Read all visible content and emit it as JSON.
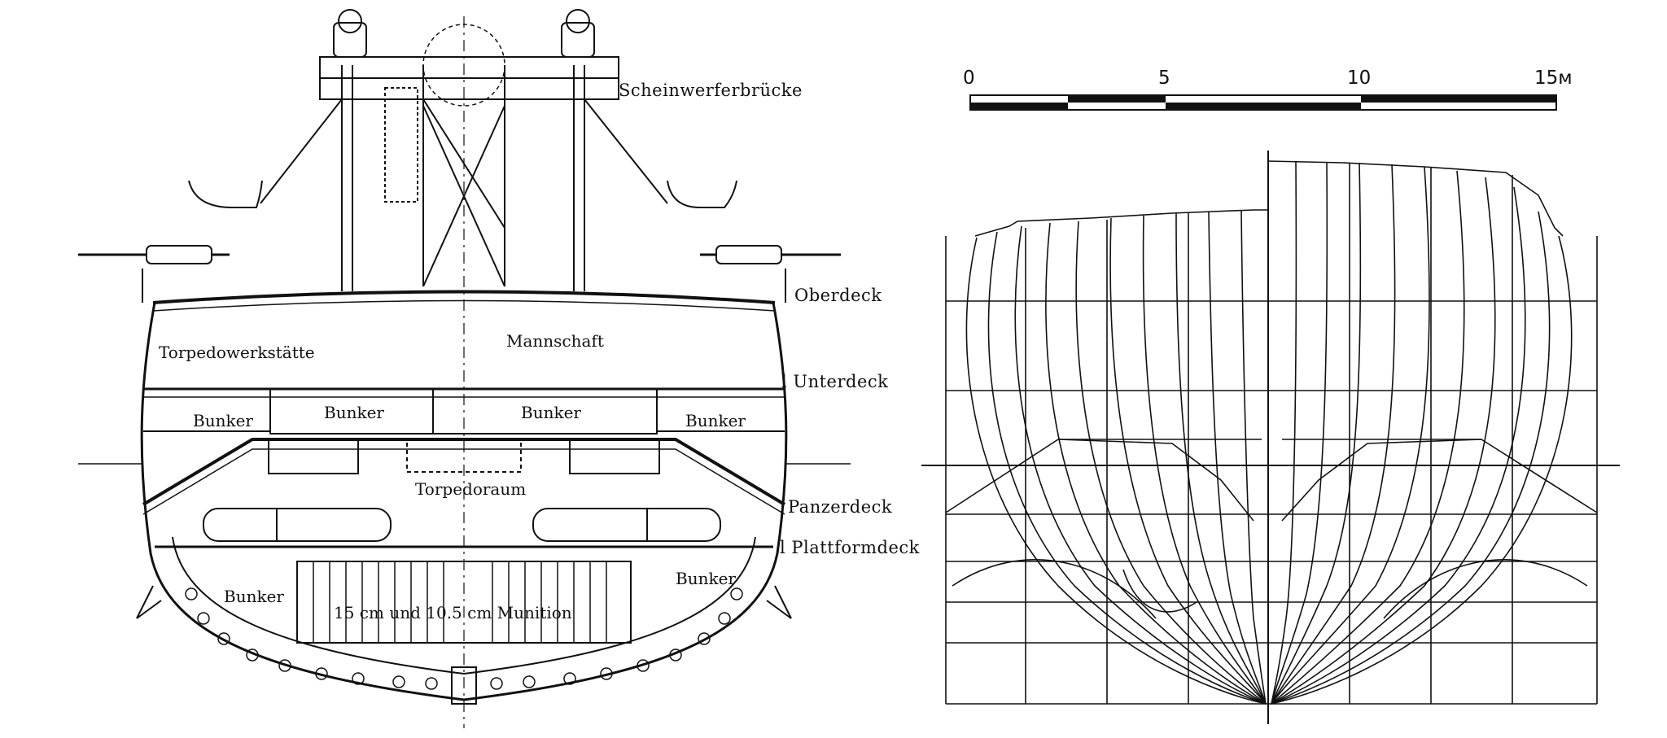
{
  "section_labels": {
    "scheinwerferbrucke": "Scheinwerferbrücke",
    "oberdeck": "Oberdeck",
    "unterdeck": "l Unterdeck",
    "panzerdeck": "Panzerdeck",
    "plattformdeck": "l Plattformdeck"
  },
  "interior_labels": {
    "torpedowerkstatte": "Torpedowerkstätte",
    "mannschaft": "Mannschaft",
    "bunker_1": "Bunker",
    "bunker_2": "Bunker",
    "bunker_3": "Bunker",
    "bunker_4": "Bunker",
    "torpedoraum": "Torpedoraum",
    "bunker_5": "Bunker",
    "bunker_6": "Bunker",
    "munition": "15 cm und 10.5 cm Munition"
  },
  "scale_bar": {
    "ticks": [
      "0",
      "5",
      "10",
      "15м"
    ]
  },
  "colors": {
    "ink": "#111111",
    "paper": "#ffffff"
  }
}
